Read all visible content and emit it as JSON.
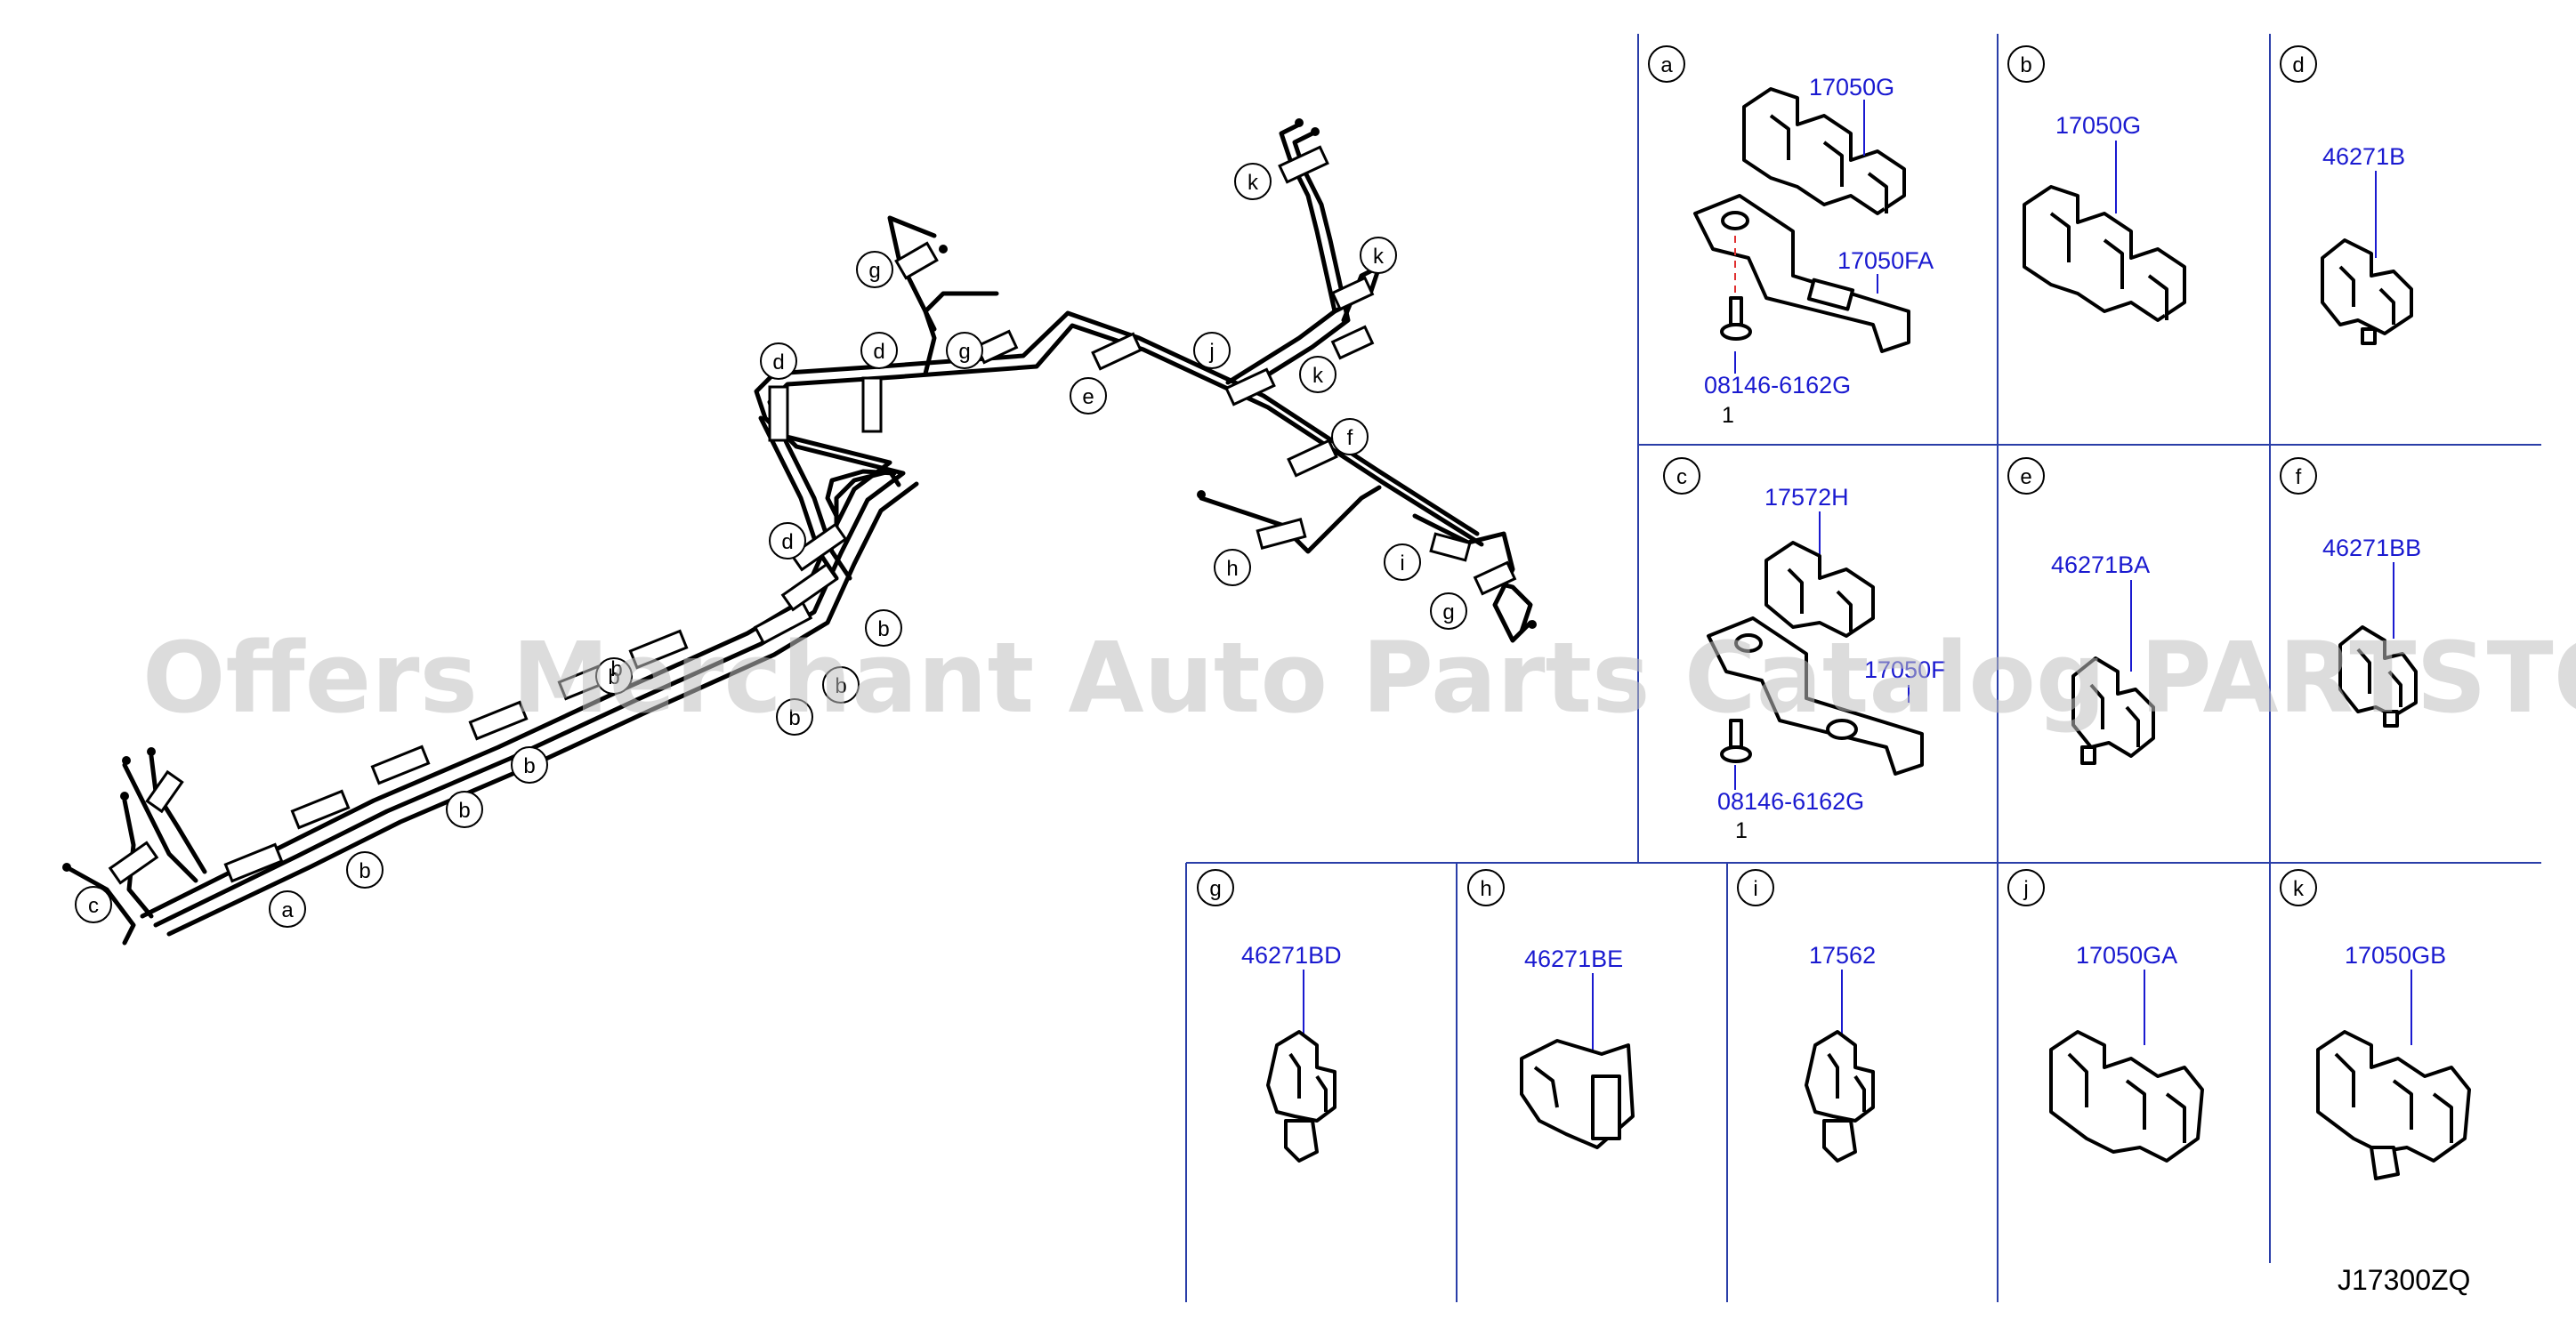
{
  "diagram_code": "J17300ZQ",
  "watermark": "Offers Merchant Auto Parts Catalog PARTSTORE.SA",
  "cells": [
    {
      "letter": "a",
      "parts": [
        "17050G",
        "17050FA",
        "08146-6162G"
      ],
      "qty": "1"
    },
    {
      "letter": "b",
      "parts": [
        "17050G"
      ]
    },
    {
      "letter": "d",
      "parts": [
        "46271B"
      ]
    },
    {
      "letter": "c",
      "parts": [
        "17572H",
        "17050F",
        "08146-6162G"
      ],
      "qty": "1"
    },
    {
      "letter": "e",
      "parts": [
        "46271BA"
      ]
    },
    {
      "letter": "f",
      "parts": [
        "46271BB"
      ]
    },
    {
      "letter": "g",
      "parts": [
        "46271BD"
      ]
    },
    {
      "letter": "h",
      "parts": [
        "46271BE"
      ]
    },
    {
      "letter": "i",
      "parts": [
        "17562"
      ]
    },
    {
      "letter": "j",
      "parts": [
        "17050GA"
      ]
    },
    {
      "letter": "k",
      "parts": [
        "17050GB"
      ]
    }
  ],
  "callouts": [
    "a",
    "b",
    "b",
    "b",
    "b",
    "b",
    "b",
    "b",
    "b",
    "c",
    "d",
    "d",
    "d",
    "e",
    "f",
    "g",
    "g",
    "g",
    "h",
    "i",
    "j",
    "k",
    "k",
    "k"
  ]
}
